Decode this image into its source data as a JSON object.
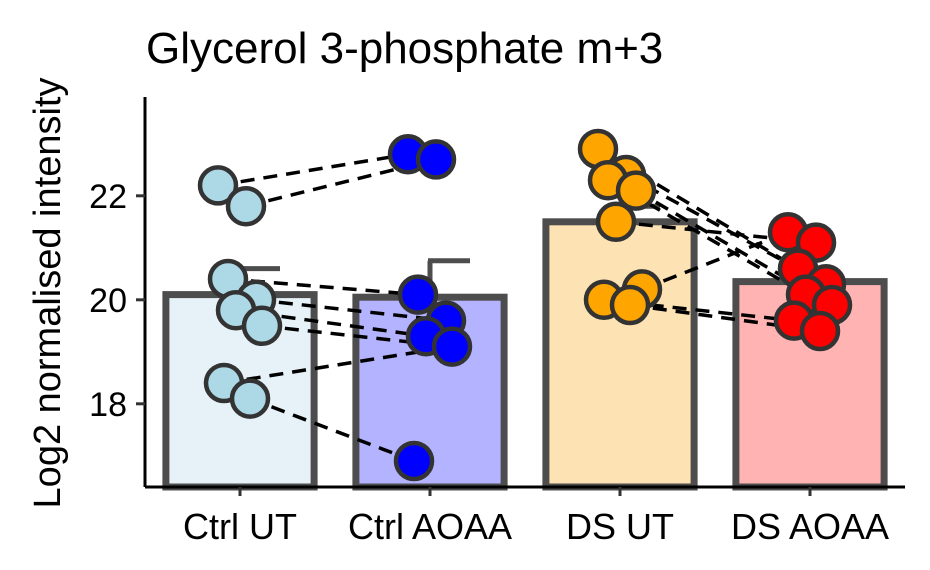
{
  "chart_data": {
    "type": "bar",
    "title": "Glycerol 3-phosphate m+3",
    "xlabel": "",
    "ylabel": "Log2 normalised intensity",
    "ylim": [
      16.4,
      23.9
    ],
    "yticks": [
      18,
      20,
      22
    ],
    "grid": false,
    "legend": "none",
    "categories": [
      "Ctrl UT",
      "Ctrl AOAA",
      "DS UT",
      "DS AOAA"
    ],
    "values": [
      20.1,
      20.05,
      21.5,
      20.35
    ],
    "errors": [
      0.5,
      0.7,
      0.3,
      0.0
    ],
    "bar_colors": [
      "#e6f2f8",
      "#b3b3ff",
      "#fde2b3",
      "#ffb3b3"
    ],
    "point_colors": [
      "#add8e6",
      "#0000ff",
      "#ffa500",
      "#ff0000"
    ],
    "points": [
      [
        22.2,
        21.8,
        20.4,
        20.0,
        19.8,
        19.5,
        18.4,
        18.1
      ],
      [
        22.8,
        22.7,
        20.1,
        19.6,
        19.3,
        19.1,
        16.9
      ],
      [
        22.9,
        22.4,
        22.3,
        22.1,
        21.5,
        20.2,
        20.0,
        19.9
      ],
      [
        21.3,
        21.1,
        20.6,
        20.3,
        20.1,
        19.9,
        19.6,
        19.4
      ]
    ],
    "pairs": [
      {
        "from": [
          0,
          0
        ],
        "to": [
          1,
          0
        ]
      },
      {
        "from": [
          0,
          1
        ],
        "to": [
          1,
          1
        ]
      },
      {
        "from": [
          0,
          2
        ],
        "to": [
          1,
          2
        ]
      },
      {
        "from": [
          0,
          3
        ],
        "to": [
          1,
          3
        ]
      },
      {
        "from": [
          0,
          4
        ],
        "to": [
          1,
          4
        ]
      },
      {
        "from": [
          0,
          5
        ],
        "to": [
          1,
          5
        ]
      },
      {
        "from": [
          0,
          6
        ],
        "to": [
          1,
          5
        ]
      },
      {
        "from": [
          0,
          7
        ],
        "to": [
          1,
          6
        ]
      },
      {
        "from": [
          2,
          0
        ],
        "to": [
          3,
          2
        ]
      },
      {
        "from": [
          2,
          1
        ],
        "to": [
          3,
          3
        ]
      },
      {
        "from": [
          2,
          2
        ],
        "to": [
          3,
          4
        ]
      },
      {
        "from": [
          2,
          3
        ],
        "to": [
          3,
          5
        ]
      },
      {
        "from": [
          2,
          4
        ],
        "to": [
          3,
          1
        ]
      },
      {
        "from": [
          2,
          5
        ],
        "to": [
          3,
          0
        ]
      },
      {
        "from": [
          2,
          6
        ],
        "to": [
          3,
          6
        ]
      },
      {
        "from": [
          2,
          7
        ],
        "to": [
          3,
          7
        ]
      }
    ]
  }
}
